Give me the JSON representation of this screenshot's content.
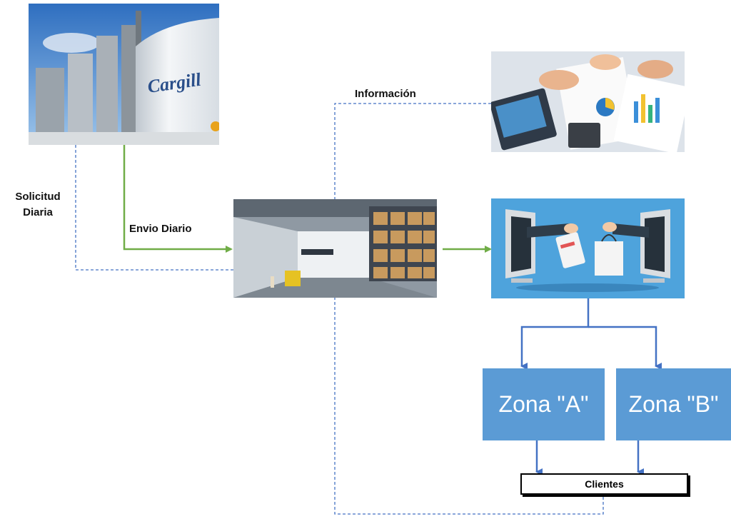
{
  "labels": {
    "solicitud": "Solicitud\nDiaria",
    "envio": "Envio Diario",
    "informacion": "Información"
  },
  "images": {
    "factory_brand": "Cargill"
  },
  "zones": {
    "a": "Zona \"A\"",
    "b": "Zona \"B\""
  },
  "clients": "Clientes",
  "colors": {
    "dashed_line": "#4472c4",
    "green_arrow": "#70ad47",
    "blue_arrow": "#4472c4",
    "zone_fill": "#5b9bd5"
  },
  "icons": [
    "factory-photo",
    "warehouse-photo",
    "office-documents-photo",
    "ecommerce-illustration"
  ]
}
